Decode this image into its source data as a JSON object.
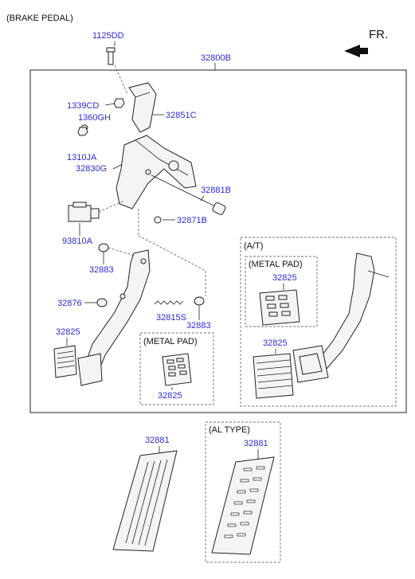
{
  "header": {
    "title": "(BRAKE PEDAL)",
    "direction": "FR."
  },
  "parts": {
    "p1125DD": "1125DD",
    "p32800B": "32800B",
    "p1339CD": "1339CD",
    "p1360GH": "1360GH",
    "p32851C": "32851C",
    "p1310JA": "1310JA",
    "p32830G": "32830G",
    "p32881B": "32881B",
    "p32871B": "32871B",
    "p93810A": "93810A",
    "p32883a": "32883",
    "p32876": "32876",
    "p32815S": "32815S",
    "p32883b": "32883",
    "p32825a": "32825",
    "p32825b": "32825",
    "p32825c": "32825",
    "p32825d": "32825",
    "p32881a": "32881",
    "p32881b": "32881"
  },
  "groups": {
    "metal_pad_1": "(METAL PAD)",
    "metal_pad_2": "(METAL PAD)",
    "at": "(A/T)",
    "al_type": "(AL TYPE)"
  },
  "colors": {
    "label": "#2b2bd6",
    "text": "#111111",
    "line": "#222222"
  }
}
